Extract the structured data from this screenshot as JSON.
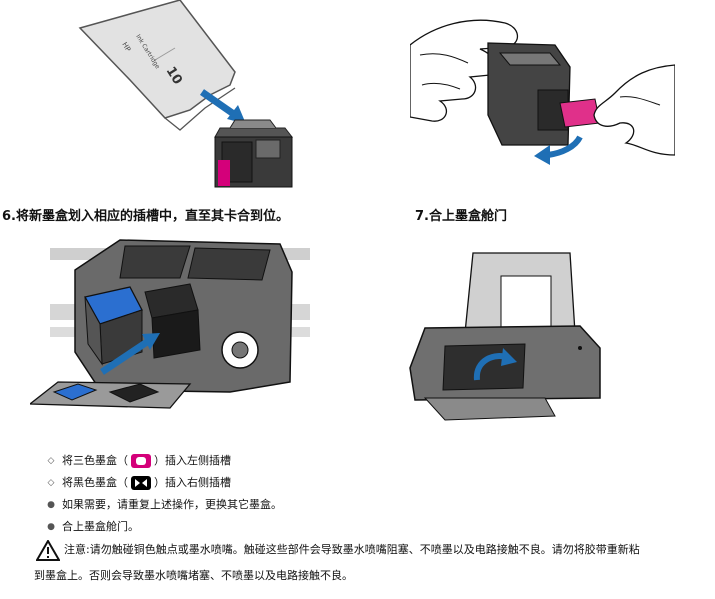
{
  "steps": {
    "step6_title": "6.将新墨盒划入相应的插槽中，直至其卡合到位。",
    "step7_title": "7.合上墨盒舱门"
  },
  "package": {
    "brand_text": "HP",
    "model_text": "Ink Cartridge",
    "number_text": "10"
  },
  "notes": {
    "bullet1_pre": "将三色墨盒（",
    "bullet1_post": "）插入左侧插槽",
    "bullet2_pre": "将黑色墨盒（",
    "bullet2_post": "）插入右侧插槽",
    "bullet3": "如果需要，请重复上述操作，更换其它墨盒。",
    "bullet4": "合上墨盒舱门。"
  },
  "warning": {
    "line1": "注意:请勿触碰铜色触点或墨水喷嘴。触碰这些部件会导致墨水喷嘴阻塞、不喷墨以及电路接触不良。请勿将胶带重新粘",
    "line2": "到墨盒上。否则会导致墨水喷嘴堵塞、不喷墨以及电路接触不良。"
  },
  "colors": {
    "magenta": "#d4007a",
    "blue_arrow": "#1f6fb5",
    "cartridge_blue": "#2b6fd0"
  }
}
